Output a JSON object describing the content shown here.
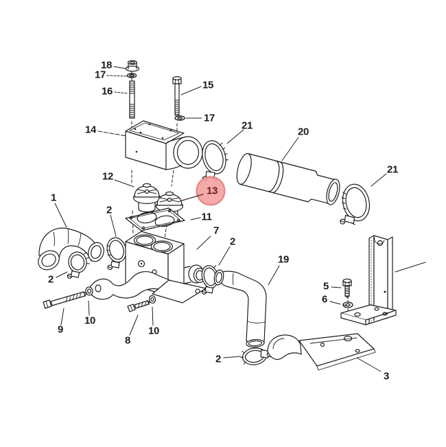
{
  "diagram": {
    "kind": "exploded-parts-diagram",
    "highlighted_part": "13",
    "colors": {
      "line": "#1c1c1c",
      "background": "#ffffff",
      "highlight_fill": "#f4a2a2",
      "highlight_border": "#de8282",
      "highlight_text": "#6b1b1b"
    },
    "callouts": {
      "c18": "18",
      "c17a": "17",
      "c16": "16",
      "c15": "15",
      "c17b": "17",
      "c14": "14",
      "c21a": "21",
      "c20": "20",
      "c21b": "21",
      "c12": "12",
      "c13": "13",
      "c11": "11",
      "c1": "1",
      "c2a": "2",
      "c2b": "2",
      "c2c": "2",
      "c2d": "2",
      "c7": "7",
      "c9": "9",
      "c10a": "10",
      "c8": "8",
      "c10b": "10",
      "c19": "19",
      "c5": "5",
      "c6": "6",
      "c3": "3"
    }
  }
}
